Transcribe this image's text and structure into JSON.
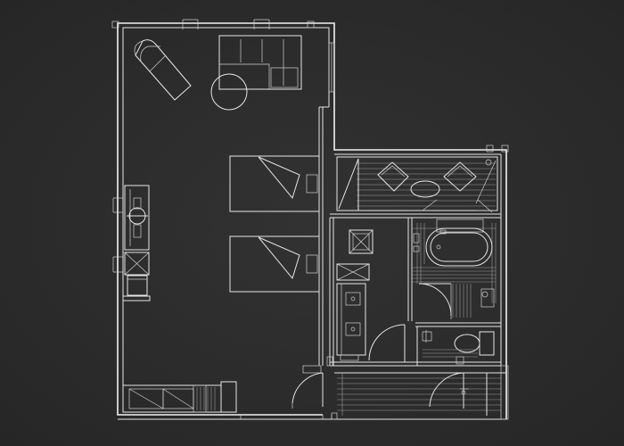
{
  "drawing": {
    "type": "architectural floor plan",
    "line_color": "#e6e6e6",
    "background_color": "#2b2b2b"
  },
  "rooms": [
    "bedroom-living",
    "terrace",
    "vanity-area",
    "wet-room",
    "toilet-room",
    "entry-deck"
  ],
  "furniture": [
    "chaise-lounge",
    "sofa",
    "round-coffee-table",
    "bed",
    "bed",
    "desk",
    "bathtub",
    "sink",
    "toilet",
    "lounge-chair",
    "lounge-chair",
    "oval-table"
  ]
}
